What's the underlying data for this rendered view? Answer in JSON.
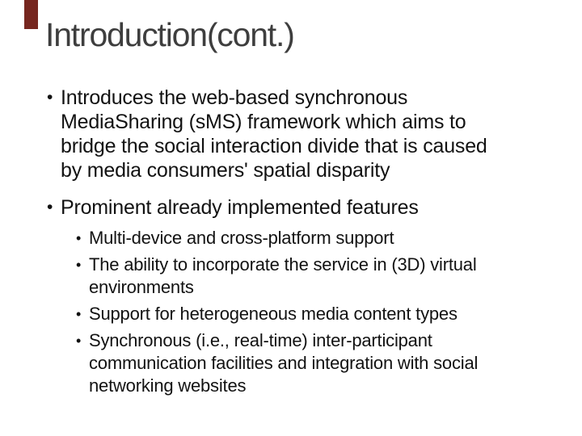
{
  "slide": {
    "title": "Introduction(cont.)",
    "accent_color": "#76261f",
    "text_color": "#121212",
    "title_color": "#3e3e3e",
    "bullet_glyph": "•",
    "bullets": [
      {
        "level": 1,
        "lines": [
          "Introduces the web-based synchronous",
          "MediaSharing (sMS) framework which aims to",
          "bridge the social interaction divide that is caused",
          "by media consumers' spatial disparity"
        ]
      },
      {
        "level": 1,
        "lines": [
          "Prominent already implemented features"
        ]
      },
      {
        "level": 2,
        "lines": [
          "Multi-device and cross-platform support"
        ]
      },
      {
        "level": 2,
        "lines": [
          "The ability to incorporate the service in (3D) virtual",
          "environments"
        ]
      },
      {
        "level": 2,
        "lines": [
          "Support for heterogeneous media content types"
        ]
      },
      {
        "level": 2,
        "lines": [
          "Synchronous (i.e., real-time) inter-participant",
          "communication facilities and integration with social",
          "networking websites"
        ]
      }
    ]
  }
}
